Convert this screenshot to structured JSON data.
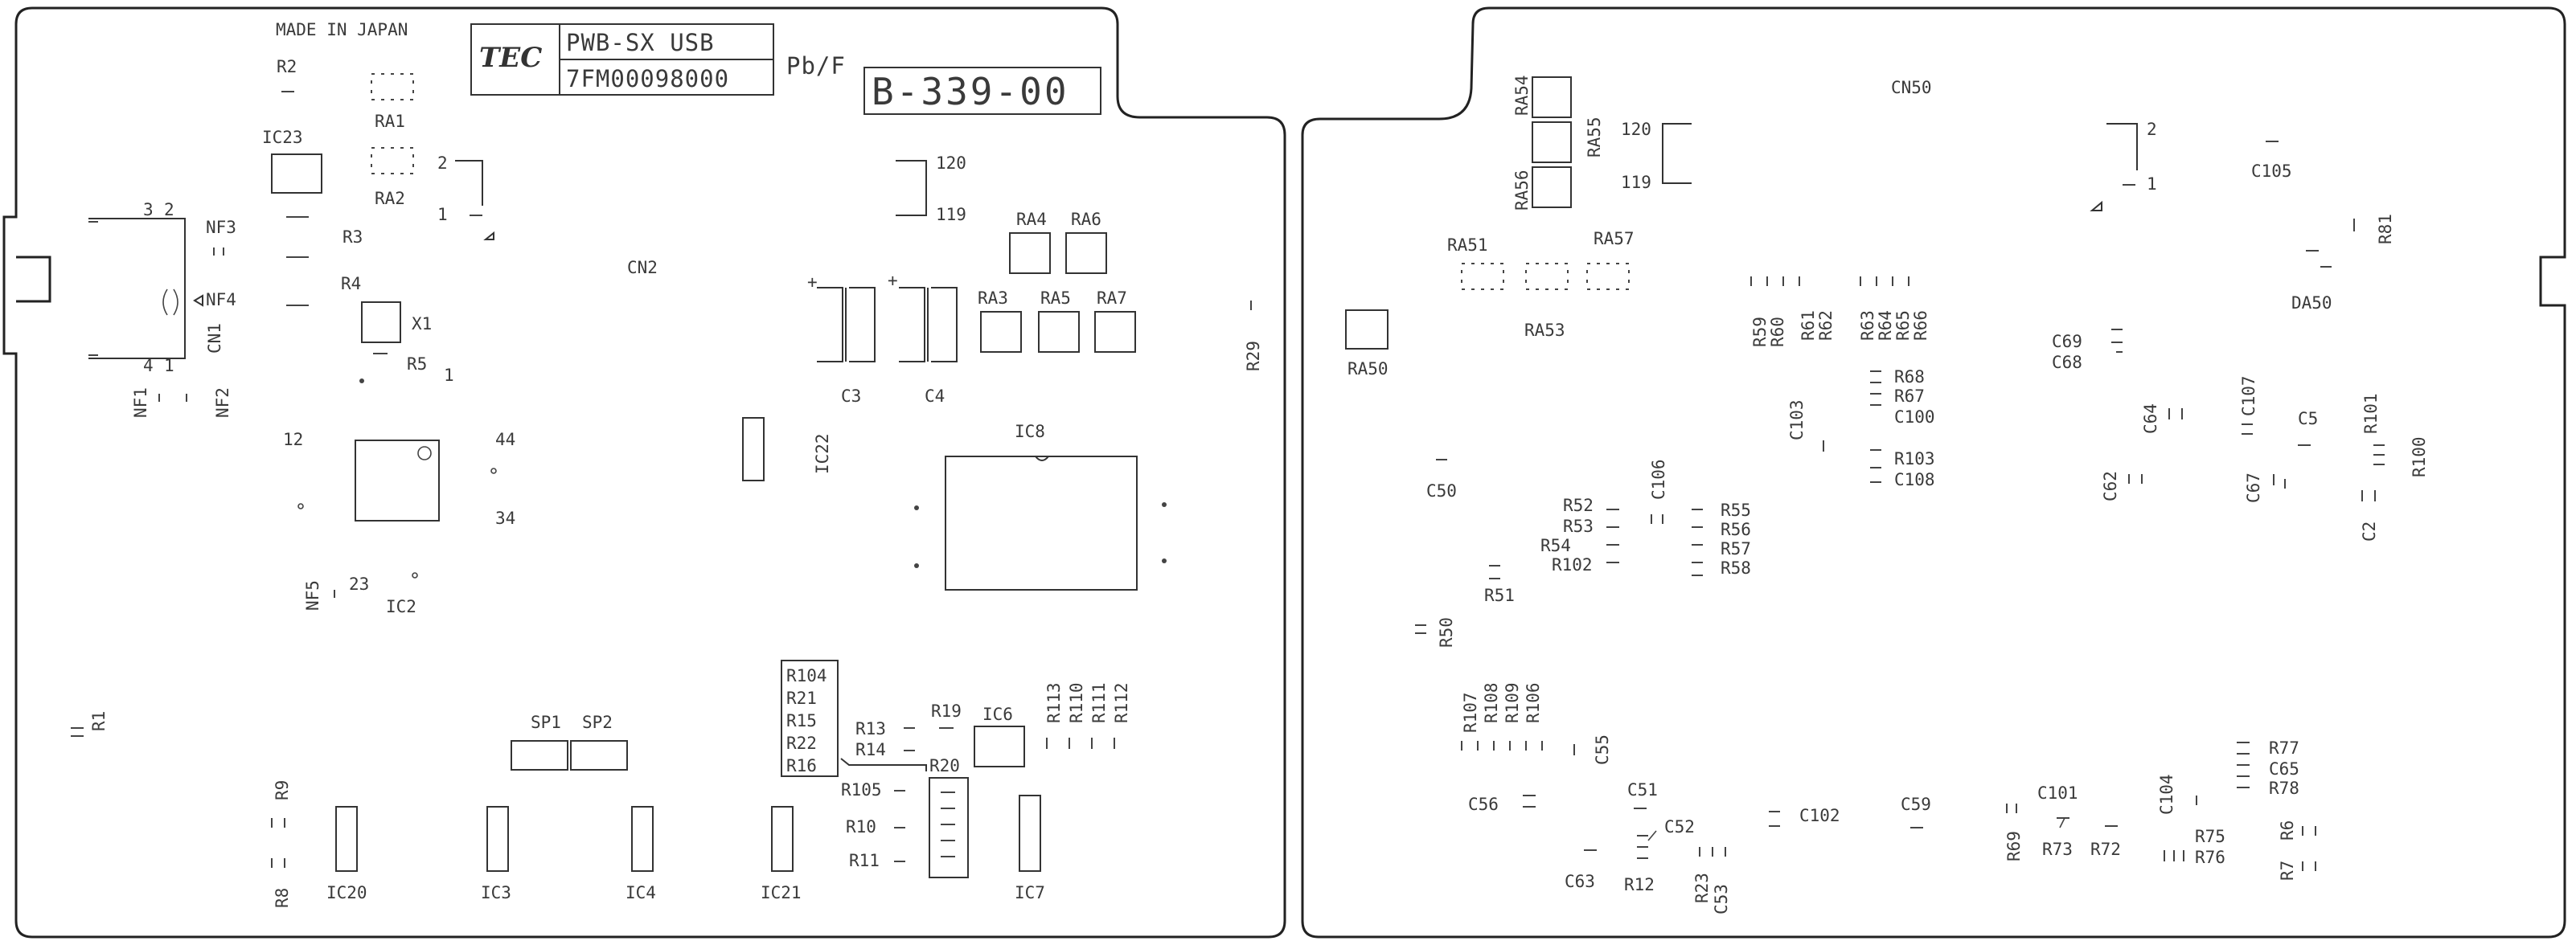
{
  "header": {
    "made_in": "MADE IN JAPAN",
    "logo": "TEC",
    "board_name": "PWB-SX USB",
    "part_number": "7FM00098000",
    "lead_free": "Pb/F",
    "revision": "B-339-00"
  },
  "left_board": {
    "labels": [
      "R2",
      "RA1",
      "RA2",
      "IC23",
      "R3",
      "R4",
      "X1",
      "R5",
      "NF3",
      "NF4",
      "CN1",
      "NF1",
      "NF2",
      "CN2",
      "120",
      "119",
      "RA4",
      "RA6",
      "RA3",
      "RA5",
      "RA7",
      "C3",
      "C4",
      "IC22",
      "IC8",
      "R29",
      "IC2",
      "NF5",
      "R1",
      "SP1",
      "SP2",
      "R104",
      "R21",
      "R15",
      "R22",
      "R16",
      "R13",
      "R14",
      "R19",
      "IC6",
      "R20",
      "R105",
      "R10",
      "R11",
      "R113",
      "R110",
      "R111",
      "R112",
      "R9",
      "R8",
      "IC20",
      "IC3",
      "IC4",
      "IC21",
      "IC7"
    ],
    "pin_numbers": [
      "2",
      "1",
      "3",
      "2",
      "4",
      "1",
      "1",
      "12",
      "44",
      "34",
      "23"
    ]
  },
  "right_board": {
    "labels": [
      "RA54",
      "RA55",
      "RA56",
      "CN50",
      "120",
      "119",
      "RA51",
      "RA57",
      "RA53",
      "RA50",
      "R59",
      "R60",
      "R61",
      "R62",
      "R63",
      "R64",
      "R65",
      "R66",
      "R68",
      "R67",
      "C100",
      "R103",
      "C108",
      "C103",
      "C106",
      "C50",
      "R52",
      "R53",
      "R54",
      "R102",
      "R55",
      "R56",
      "R57",
      "R58",
      "R51",
      "R50",
      "R107",
      "R108",
      "R109",
      "R106",
      "C55",
      "C56",
      "C51",
      "C52",
      "C102",
      "C59",
      "C63",
      "R12",
      "R23",
      "C53",
      "C101",
      "R69",
      "R73",
      "R72",
      "C104",
      "R75",
      "R76",
      "R77",
      "C65",
      "R78",
      "R7",
      "R6",
      "C105",
      "R81",
      "DA50",
      "C69",
      "C68",
      "C64",
      "C107",
      "C5",
      "R101",
      "R100",
      "C62",
      "C67",
      "C2"
    ],
    "pin_numbers": [
      "2",
      "1"
    ]
  }
}
